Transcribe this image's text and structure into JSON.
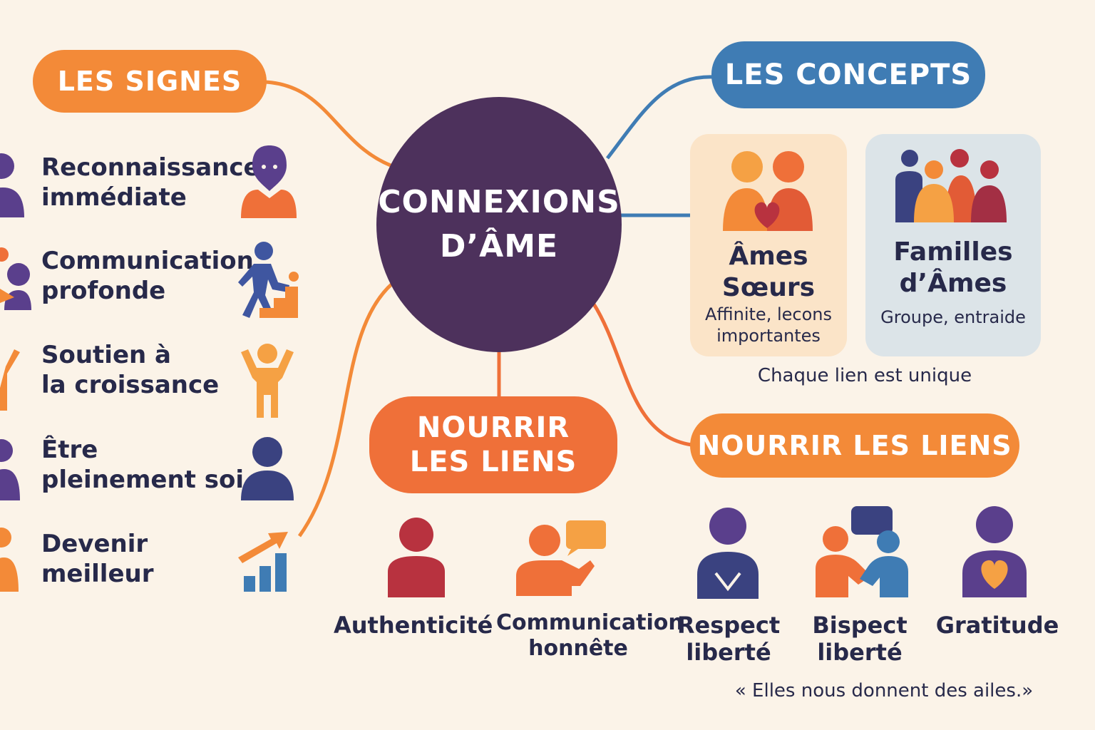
{
  "center": {
    "line1": "CONNEXIONS",
    "line2": "D’ÂME"
  },
  "signs": {
    "title": "LES SIGNES",
    "items": [
      {
        "line1": "Reconnaissance",
        "line2": "immédiate"
      },
      {
        "line1": "Communication",
        "line2": "profonde"
      },
      {
        "line1": "Soutien à",
        "line2": "la croissance"
      },
      {
        "line1": "Être",
        "line2": "pleinement soi"
      },
      {
        "line1": "Devenir",
        "line2": "meilleur"
      }
    ]
  },
  "concepts": {
    "title": "LES CONCEPTS",
    "cards": [
      {
        "title1": "Âmes",
        "title2": "Sœurs",
        "sub1": "Affinite, lecons",
        "sub2": "importantes"
      },
      {
        "title1": "Familles",
        "title2": "d’Âmes",
        "sub1": "Groupe, entraide",
        "sub2": ""
      }
    ],
    "caption": "Chaque lien est unique"
  },
  "nourish_center": {
    "line1": "NOURRIR",
    "line2": "LES LIENS"
  },
  "nourish_right": {
    "title": "NOURRIR LES LIENS"
  },
  "bottom_items": [
    {
      "line1": "Authenticité",
      "line2": ""
    },
    {
      "line1": "Communication",
      "line2": "honnête"
    },
    {
      "line1": "Respect",
      "line2": "liberté"
    },
    {
      "line1": "Bispect",
      "line2": "liberté"
    },
    {
      "line1": "Gratitude",
      "line2": ""
    }
  ],
  "quote": "« Elles nous donnent des ailes.»",
  "colors": {
    "background": "#fbf3e8",
    "center": "#4d315c",
    "orange": "#f38a38",
    "orange_dark": "#ef7039",
    "blue": "#3f7cb4",
    "navy": "#3a4280",
    "purple": "#5a3f8c",
    "red": "#b8323f",
    "text": "#27294a"
  }
}
